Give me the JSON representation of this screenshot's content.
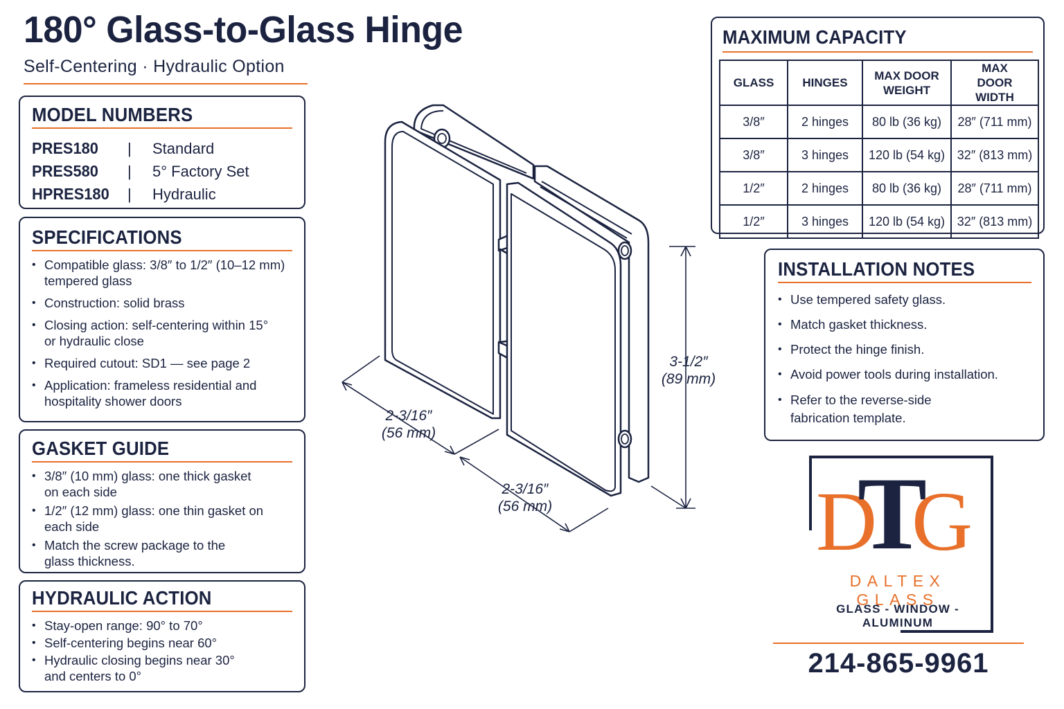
{
  "header": {
    "title": "180° Glass-to-Glass Hinge",
    "subtitle": "Self-Centering · Hydraulic Option"
  },
  "models": {
    "heading": "MODEL NUMBERS",
    "items": [
      {
        "code": "PRES180",
        "sep": "|",
        "desc": "Standard"
      },
      {
        "code": "PRES580",
        "sep": "|",
        "desc": "5° Factory Set"
      },
      {
        "code": "HPRES180",
        "sep": "|",
        "desc": "Hydraulic"
      }
    ]
  },
  "specifications": {
    "heading": "SPECIFICATIONS",
    "items": [
      "Compatible glass: 3/8″ to 1/2″ (10–12 mm) tempered glass",
      "Construction: solid brass",
      "Closing action: self-centering within 15° or hydraulic close",
      "Required cutout: SD1 — see page 2",
      "Application: frameless residential and hospitality shower doors"
    ]
  },
  "gasket": {
    "heading": "GASKET GUIDE",
    "items": [
      "3/8″ (10 mm) glass: one thick gasket on each side",
      "1/2″ (12 mm) glass: one thin gasket on each side",
      "Match the screw package to the glass thickness."
    ]
  },
  "hydraulic": {
    "heading": "HYDRAULIC ACTION",
    "items": [
      "Stay-open range: 90° to 70°",
      "Self-centering begins near 60°",
      "Hydraulic closing begins near 30° and centers to 0°"
    ]
  },
  "diagram": {
    "dim_width_left": "2-3/16″\n(56 mm)",
    "dim_width_right": "2-3/16″\n(56 mm)",
    "dim_height": "3-1/2″\n(89 mm)"
  },
  "capacity": {
    "heading": "MAXIMUM CAPACITY",
    "columns": [
      "GLASS",
      "HINGES",
      "MAX DOOR WEIGHT",
      "MAX DOOR WIDTH"
    ],
    "rows": [
      [
        "3/8″",
        "2 hinges",
        "80 lb (36 kg)",
        "28″ (711 mm)"
      ],
      [
        "3/8″",
        "3 hinges",
        "120 lb (54 kg)",
        "32″ (813 mm)"
      ],
      [
        "1/2″",
        "2 hinges",
        "80 lb (36 kg)",
        "28″ (711 mm)"
      ],
      [
        "1/2″",
        "3 hinges",
        "120 lb (54 kg)",
        "32″ (813 mm)"
      ]
    ]
  },
  "installation": {
    "heading": "INSTALLATION NOTES",
    "items": [
      "Use tempered safety glass.",
      "Match gasket thickness.",
      "Protect the hinge finish.",
      "Avoid power tools during installation.",
      "Refer to the reverse-side fabrication template."
    ]
  },
  "logo": {
    "letters_left": "D",
    "letters_mid": "T",
    "letters_right": "G",
    "company": "DALTEX GLASS",
    "tagline": "GLASS - WINDOW - ALUMINUM"
  },
  "contact": {
    "phone": "214-865-9961"
  },
  "colors": {
    "navy": "#1b2340",
    "orange": "#e8702a"
  }
}
